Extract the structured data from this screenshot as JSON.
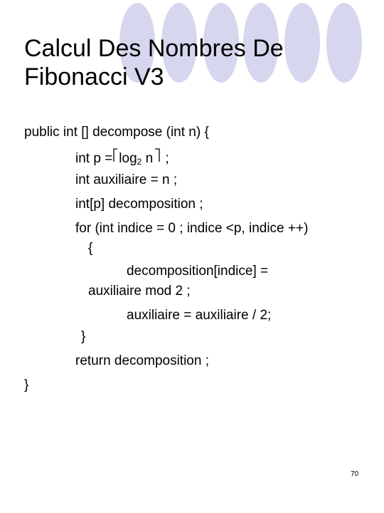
{
  "slide": {
    "title_line1": "Calcul Des Nombres De",
    "title_line2": "Fibonacci V3",
    "page_number": "70",
    "accent_color": "#d6d6ee",
    "code": {
      "signature": "public int [] decompose (int n) {",
      "p_decl_prefix": "int p =",
      "p_decl_log": "log",
      "p_decl_base": "2",
      "p_decl_arg": " n",
      "p_decl_suffix": " ;",
      "aux_decl": "int auxiliaire = n ;",
      "decomp_decl": "int[p] decomposition ;",
      "for_header": "for (int indice = 0 ; indice <p, indice ++)",
      "open_brace": "{",
      "assign_line1": "decomposition[indice] =",
      "assign_line2": "auxiliaire mod 2 ;",
      "aux_update": "auxiliaire = auxiliaire / 2;",
      "close_brace": "}",
      "return_stmt": "return decomposition ;",
      "final_brace": "}"
    }
  }
}
